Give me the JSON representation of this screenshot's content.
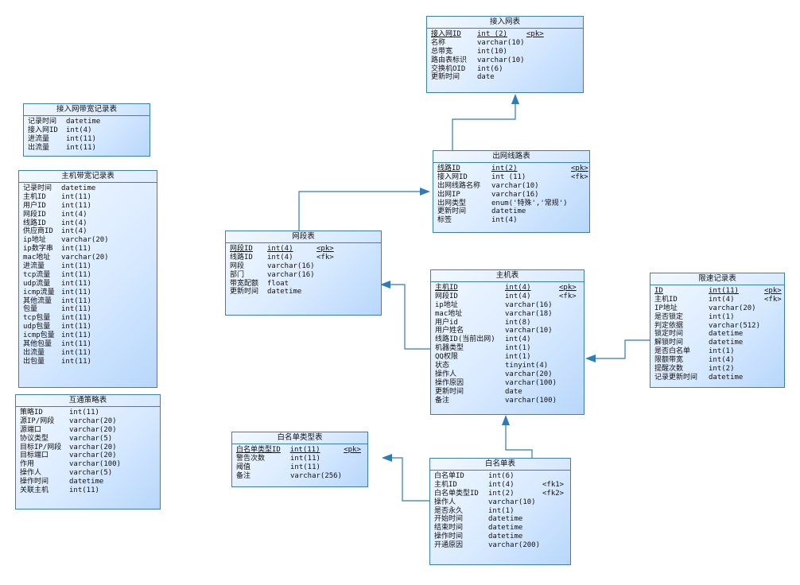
{
  "tables": [
    {
      "id": "t_access",
      "title": "接入网表",
      "rows": [
        {
          "name": "接入网ID",
          "type": "int (2)",
          "key": "<pk>",
          "underline": true
        },
        {
          "name": "名称",
          "type": "varchar(10)",
          "key": ""
        },
        {
          "name": "总带宽",
          "type": "int(10)",
          "key": ""
        },
        {
          "name": "路由表标识",
          "type": "varchar(10)",
          "key": ""
        },
        {
          "name": "交换机OID",
          "type": "int(6)",
          "key": ""
        },
        {
          "name": "更新时间",
          "type": "date",
          "key": ""
        }
      ]
    },
    {
      "id": "t_egress",
      "title": "出网线路表",
      "rows": [
        {
          "name": "线路ID",
          "type": "int(2)",
          "key": "<pk>",
          "underline": true
        },
        {
          "name": "接入网ID",
          "type": "int (11)",
          "key": "<fk>"
        },
        {
          "name": "出网线路名称",
          "type": "varchar(10)",
          "key": ""
        },
        {
          "name": "出网IP",
          "type": "varchar(16)",
          "key": ""
        },
        {
          "name": "出网类型",
          "type": "enum('特殊','常规')",
          "key": ""
        },
        {
          "name": "更新时间",
          "type": "datetime",
          "key": ""
        },
        {
          "name": "标签",
          "type": "int(4)",
          "key": ""
        }
      ]
    },
    {
      "id": "t_segment",
      "title": "网段表",
      "rows": [
        {
          "name": "网段ID",
          "type": "int(4)",
          "key": "<pk>",
          "underline": true
        },
        {
          "name": "线路ID",
          "type": "int(4)",
          "key": "<fk>"
        },
        {
          "name": "网段",
          "type": "varchar(16)",
          "key": ""
        },
        {
          "name": "部门",
          "type": "varchar(16)",
          "key": ""
        },
        {
          "name": "带宽配额",
          "type": "float",
          "key": ""
        },
        {
          "name": "更新时间",
          "type": "datetime",
          "key": ""
        }
      ]
    },
    {
      "id": "t_host",
      "title": "主机表",
      "rows": [
        {
          "name": "主机ID",
          "type": "int(4)",
          "key": "<pk>",
          "underline": true
        },
        {
          "name": "网段ID",
          "type": "int(4)",
          "key": "<fk>"
        },
        {
          "name": "ip地址",
          "type": "varchar(16)",
          "key": ""
        },
        {
          "name": "mac地址",
          "type": "varchar(18)",
          "key": ""
        },
        {
          "name": "用户id",
          "type": "int(8)",
          "key": ""
        },
        {
          "name": "用户姓名",
          "type": "varchar(10)",
          "key": ""
        },
        {
          "name": "线路ID(当前出网)",
          "type": "int(4)",
          "key": ""
        },
        {
          "name": "机器类型",
          "type": "int(1)",
          "key": ""
        },
        {
          "name": "QQ权限",
          "type": "int(1)",
          "key": ""
        },
        {
          "name": "状态",
          "type": "tinyint(4)",
          "key": ""
        },
        {
          "name": "操作人",
          "type": "varchar(20)",
          "key": ""
        },
        {
          "name": "操作原因",
          "type": "varchar(100)",
          "key": ""
        },
        {
          "name": "更新时间",
          "type": "date",
          "key": ""
        },
        {
          "name": "备注",
          "type": "varchar(100)",
          "key": ""
        }
      ]
    },
    {
      "id": "t_limit",
      "title": "限速记录表",
      "rows": [
        {
          "name": "ID",
          "type": "int(11)",
          "key": "<pk>",
          "underline": true
        },
        {
          "name": "主机ID",
          "type": "int(4)",
          "key": "<fk>"
        },
        {
          "name": "IP地址",
          "type": "varchar(20)",
          "key": ""
        },
        {
          "name": "是否锁定",
          "type": "int(1)",
          "key": ""
        },
        {
          "name": "判定依据",
          "type": "varchar(512)",
          "key": ""
        },
        {
          "name": "锁定时间",
          "type": "datetime",
          "key": ""
        },
        {
          "name": "解锁时间",
          "type": "datetime",
          "key": ""
        },
        {
          "name": "是否白名单",
          "type": "int(1)",
          "key": ""
        },
        {
          "name": "限额带宽",
          "type": "int(4)",
          "key": ""
        },
        {
          "name": "提醒次数",
          "type": "int(2)",
          "key": ""
        },
        {
          "name": "记录更新时间",
          "type": "datetime",
          "key": ""
        }
      ]
    },
    {
      "id": "t_wltype",
      "title": "白名单类型表",
      "rows": [
        {
          "name": "白名单类型ID",
          "type": "int(11)",
          "key": "<pk>",
          "underline": true
        },
        {
          "name": "警告次数",
          "type": "int(11)",
          "key": ""
        },
        {
          "name": "阈值",
          "type": "int(11)",
          "key": ""
        },
        {
          "name": "备注",
          "type": "varchar(256)",
          "key": ""
        }
      ]
    },
    {
      "id": "t_whitelist",
      "title": "白名单表",
      "rows": [
        {
          "name": "白名单ID",
          "type": "int(6)",
          "key": ""
        },
        {
          "name": "主机ID",
          "type": "int(4)",
          "key": "<fk1>"
        },
        {
          "name": "白名单类型ID",
          "type": "int(2)",
          "key": "<fk2>"
        },
        {
          "name": "操作人",
          "type": "varchar(10)",
          "key": ""
        },
        {
          "name": "是否永久",
          "type": "int(1)",
          "key": ""
        },
        {
          "name": "开始时间",
          "type": "datetime",
          "key": ""
        },
        {
          "name": "结束时间",
          "type": "datetime",
          "key": ""
        },
        {
          "name": "操作时间",
          "type": "datetime",
          "key": ""
        },
        {
          "name": "开通原因",
          "type": "varchar(200)",
          "key": ""
        }
      ]
    },
    {
      "id": "t_accessbw",
      "title": "接入网带宽记录表",
      "rows": [
        {
          "name": "记录时间",
          "type": "datetime",
          "key": ""
        },
        {
          "name": "接入网ID",
          "type": "int(4)",
          "key": ""
        },
        {
          "name": "进流量",
          "type": "int(11)",
          "key": ""
        },
        {
          "name": "出流量",
          "type": "int(11)",
          "key": ""
        }
      ]
    },
    {
      "id": "t_hostbw",
      "title": "主机带宽记录表",
      "rows": [
        {
          "name": "记录时间",
          "type": "datetime",
          "key": ""
        },
        {
          "name": "主机ID",
          "type": "int(11)",
          "key": ""
        },
        {
          "name": "用户ID",
          "type": "int(11)",
          "key": ""
        },
        {
          "name": "网段ID",
          "type": "int(4)",
          "key": ""
        },
        {
          "name": "线路ID",
          "type": "int(4)",
          "key": ""
        },
        {
          "name": "供应商ID",
          "type": "int(4)",
          "key": ""
        },
        {
          "name": "ip地址",
          "type": "varchar(20)",
          "key": ""
        },
        {
          "name": "ip数字串",
          "type": "int(11)",
          "key": ""
        },
        {
          "name": "mac地址",
          "type": "varchar(20)",
          "key": ""
        },
        {
          "name": "进流量",
          "type": "int(11)",
          "key": ""
        },
        {
          "name": "tcp流量",
          "type": "int(11)",
          "key": ""
        },
        {
          "name": "udp流量",
          "type": "int(11)",
          "key": ""
        },
        {
          "name": "icmp流量",
          "type": "int(11)",
          "key": ""
        },
        {
          "name": "其他流量",
          "type": "int(11)",
          "key": ""
        },
        {
          "name": "包量",
          "type": "int(11)",
          "key": ""
        },
        {
          "name": "tcp包量",
          "type": "int(11)",
          "key": ""
        },
        {
          "name": "udp包量",
          "type": "int(11)",
          "key": ""
        },
        {
          "name": "icmp包量",
          "type": "int(11)",
          "key": ""
        },
        {
          "name": "其他包量",
          "type": "int(11)",
          "key": ""
        },
        {
          "name": "出流量",
          "type": "int(11)",
          "key": ""
        },
        {
          "name": "出包量",
          "type": "int(11)",
          "key": ""
        }
      ]
    },
    {
      "id": "t_policy",
      "title": "互通策略表",
      "rows": [
        {
          "name": "策略ID",
          "type": "int(11)",
          "key": ""
        },
        {
          "name": "源IP/网段",
          "type": "varchar(20)",
          "key": ""
        },
        {
          "name": "源端口",
          "type": "varchar(20)",
          "key": ""
        },
        {
          "name": "协议类型",
          "type": "varchar(5)",
          "key": ""
        },
        {
          "name": "目标IP/网段",
          "type": "varchar(20)",
          "key": ""
        },
        {
          "name": "目标端口",
          "type": "varchar(20)",
          "key": ""
        },
        {
          "name": "作用",
          "type": "varchar(100)",
          "key": ""
        },
        {
          "name": "操作人",
          "type": "varchar(5)",
          "key": ""
        },
        {
          "name": "操作时间",
          "type": "datetime",
          "key": ""
        },
        {
          "name": "关联主机",
          "type": "int(11)",
          "key": ""
        }
      ]
    }
  ]
}
